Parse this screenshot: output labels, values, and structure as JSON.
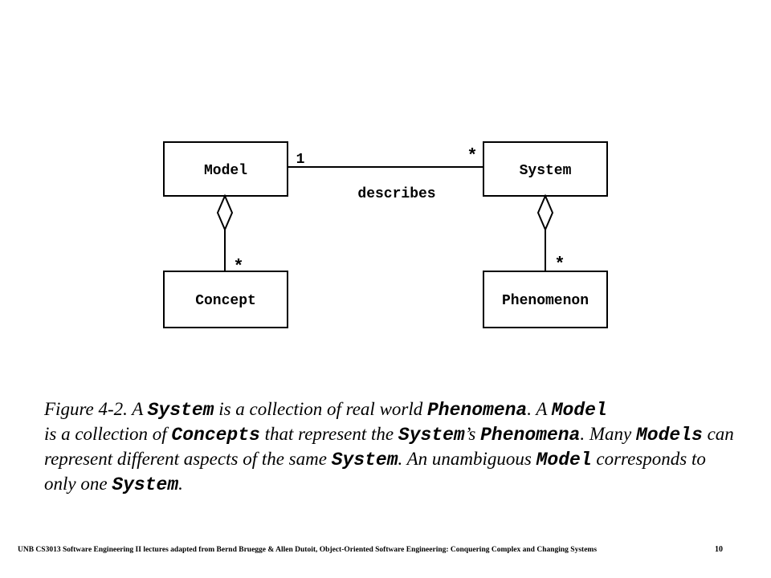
{
  "diagram": {
    "classes": {
      "model": "Model",
      "system": "System",
      "concept": "Concept",
      "phenomenon": "Phenomenon"
    },
    "associations": {
      "describes_label": "describes",
      "model_multiplicity": "1",
      "system_multiplicity": "*",
      "concept_multiplicity": "*",
      "phenomenon_multiplicity": "*"
    }
  },
  "caption": {
    "t1": "Figure 4-2. A ",
    "c1": "System",
    "t2": " is a collection of real world ",
    "c2": "Phenomena",
    "t3": ". A ",
    "c3": "Model",
    "t4": " is a collection of ",
    "c4": "Concepts",
    "t5": " that represent the ",
    "c5": "System",
    "t6": "’s ",
    "c6": "Phenomena",
    "t7": ". Many ",
    "c7": "Models",
    "t8": " can represent different aspects of the same ",
    "c8": "System",
    "t9": ". An unambiguous ",
    "c9": "Model",
    "t10": " corresponds to only one ",
    "c10": "System",
    "t11": "."
  },
  "footer": {
    "text": "UNB CS3013 Software Engineering II lectures adapted from Bernd Bruegge & Allen Dutoit, Object-Oriented Software Engineering: Conquering Complex and Changing Systems",
    "page_number": "10"
  }
}
